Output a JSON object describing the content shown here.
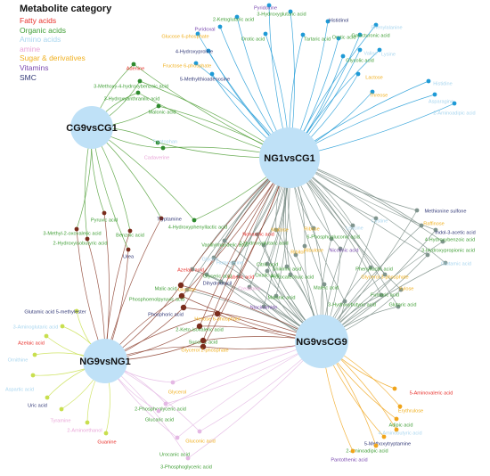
{
  "legend": {
    "title": "Metabolite category",
    "items": [
      {
        "label": "Fatty acids",
        "color": "#e8302b"
      },
      {
        "label": "Organic acids",
        "color": "#3f9e35"
      },
      {
        "label": "Amino acids",
        "color": "#a9d6ef"
      },
      {
        "label": "amine",
        "color": "#e9a6d8"
      },
      {
        "label": "Sugar & derivatives",
        "color": "#f0b020"
      },
      {
        "label": "Vitamins",
        "color": "#7b4bb0"
      },
      {
        "label": "SMC",
        "color": "#333a78"
      }
    ]
  },
  "hubs": [
    {
      "id": "cg9",
      "label": "CG9vsCG1"
    },
    {
      "id": "ng1",
      "label": "NG1vsCG1"
    },
    {
      "id": "ng9ng1",
      "label": "NG9vsNG1"
    },
    {
      "id": "ng9cg9",
      "label": "NG9vsCG9"
    }
  ],
  "metabolites": [
    {
      "label": "Pyridoxine",
      "category": "Vitamins",
      "hubs": [
        "ng1"
      ]
    },
    {
      "label": "3-Hydroxyglutaric acid",
      "category": "Organic acids",
      "hubs": [
        "ng1"
      ]
    },
    {
      "label": "2-Ketoglutaric acid",
      "category": "Organic acids",
      "hubs": [
        "ng1"
      ]
    },
    {
      "label": "Histidinol",
      "category": "SMC",
      "hubs": [
        "ng1"
      ]
    },
    {
      "label": "Pyridoxal",
      "category": "Vitamins",
      "hubs": [
        "ng1"
      ]
    },
    {
      "label": "Orotic acid",
      "category": "Organic acids",
      "hubs": [
        "ng1"
      ]
    },
    {
      "label": "Tartaric acid",
      "category": "Organic acids",
      "hubs": [
        "ng1"
      ]
    },
    {
      "label": "Orotic acid",
      "category": "Organic acids",
      "hubs": [
        "ng1"
      ]
    },
    {
      "label": "Phenylalanine",
      "category": "Amino acids",
      "hubs": [
        "ng1"
      ]
    },
    {
      "label": "Galacturonic acid",
      "category": "Organic acids",
      "hubs": [
        "ng1"
      ]
    },
    {
      "label": "Glucose 6-phosphate",
      "category": "Sugar & derivatives",
      "hubs": [
        "ng1"
      ]
    },
    {
      "label": "Valine",
      "category": "Amino acids",
      "hubs": [
        "ng1"
      ]
    },
    {
      "label": "4-Hydroxyproline",
      "category": "SMC",
      "hubs": [
        "ng1"
      ]
    },
    {
      "label": "Glycolic acid",
      "category": "Organic acids",
      "hubs": [
        "ng1"
      ]
    },
    {
      "label": "Lysine",
      "category": "Amino acids",
      "hubs": [
        "ng1"
      ]
    },
    {
      "label": "Fructose 6-phosphate",
      "category": "Sugar & derivatives",
      "hubs": [
        "ng1"
      ]
    },
    {
      "label": "5-Methylthioadenosine",
      "category": "SMC",
      "hubs": [
        "ng1"
      ]
    },
    {
      "label": "Lactose",
      "category": "Sugar & derivatives",
      "hubs": [
        "ng1"
      ]
    },
    {
      "label": "Histidine",
      "category": "Amino acids",
      "hubs": [
        "ng1"
      ]
    },
    {
      "label": "Threose",
      "category": "Sugar & derivatives",
      "hubs": [
        "ng1"
      ]
    },
    {
      "label": "Asparagine",
      "category": "Amino acids",
      "hubs": [
        "ng1"
      ]
    },
    {
      "label": "2-Aminoadipic acid",
      "category": "Amino acids",
      "hubs": [
        "ng1"
      ]
    },
    {
      "label": "Adenine",
      "category": "Fatty acids",
      "hubs": [
        "cg9",
        "ng1"
      ]
    },
    {
      "label": "3-Methoxy-4-hydroxybenzoic acid",
      "category": "Organic acids",
      "hubs": [
        "cg9",
        "ng1"
      ]
    },
    {
      "label": "3-Hydroxyanthranilic acid",
      "category": "Organic acids",
      "hubs": [
        "cg9",
        "ng1"
      ]
    },
    {
      "label": "Malonic acid",
      "category": "Organic acids",
      "hubs": [
        "cg9",
        "ng1"
      ]
    },
    {
      "label": "Tryptophan",
      "category": "Amino acids",
      "hubs": [
        "cg9",
        "ng1"
      ]
    },
    {
      "label": "Cadaverine",
      "category": "amine",
      "hubs": [
        "cg9",
        "ng1"
      ]
    },
    {
      "label": "Tryptamine",
      "category": "SMC",
      "hubs": [
        "cg9",
        "ng9ng1"
      ]
    },
    {
      "label": "Pyruvic acid",
      "category": "Organic acids",
      "hubs": [
        "cg9",
        "ng9ng1"
      ]
    },
    {
      "label": "3-Methyl-2-oxovaleric acid",
      "category": "Organic acids",
      "hubs": [
        "cg9",
        "ng9ng1"
      ]
    },
    {
      "label": "2-Hydroxyisobutyric acid",
      "category": "Organic acids",
      "hubs": [
        "cg9",
        "ng9ng1"
      ]
    },
    {
      "label": "Benzoic acid",
      "category": "Organic acids",
      "hubs": [
        "cg9",
        "ng9ng1"
      ]
    },
    {
      "label": "Urea",
      "category": "SMC",
      "hubs": [
        "cg9",
        "ng9ng1"
      ]
    },
    {
      "label": "4-Hydroxyphenyllactic acid",
      "category": "Organic acids",
      "hubs": [
        "cg9",
        "ng1"
      ]
    },
    {
      "label": "Vanillylmandelic acid",
      "category": "Organic acids",
      "hubs": [
        "ng1",
        "ng9cg9"
      ]
    },
    {
      "label": "Nonanoic acid",
      "category": "Fatty acids",
      "hubs": [
        "ng1",
        "ng9cg9"
      ]
    },
    {
      "label": "Maltose",
      "category": "Sugar & derivatives",
      "hubs": [
        "ng1",
        "ng9cg9"
      ]
    },
    {
      "label": "Leucine",
      "category": "Amino acids",
      "hubs": [
        "ng1",
        "ng9cg9"
      ]
    },
    {
      "label": "Cystine",
      "category": "Amino acids",
      "hubs": [
        "ng1",
        "ng9cg9"
      ]
    },
    {
      "label": "2-Hydroxyglutaric acid",
      "category": "Organic acids",
      "hubs": [
        "ng1",
        "ng9cg9"
      ]
    },
    {
      "label": "Ribitol",
      "category": "Sugar & derivatives",
      "hubs": [
        "ng1",
        "ng9cg9"
      ]
    },
    {
      "label": "6-Phosphogluconic acid",
      "category": "Organic acids",
      "hubs": [
        "ng1",
        "ng9cg9"
      ]
    },
    {
      "label": "Glycine",
      "category": "Amino acids",
      "hubs": [
        "ng1",
        "ng9cg9"
      ]
    },
    {
      "label": "Homoserine",
      "category": "Amino acids",
      "hubs": [
        "ng1",
        "ng9cg9"
      ]
    },
    {
      "label": "Suberic acid",
      "category": "Fatty acids",
      "hubs": [
        "ng1",
        "ng9cg9"
      ]
    },
    {
      "label": "Ribulose",
      "category": "Sugar & derivatives",
      "hubs": [
        "ng1",
        "ng9cg9"
      ]
    },
    {
      "label": "Ribose",
      "category": "Sugar & derivatives",
      "hubs": [
        "ng1",
        "ng9cg9"
      ]
    },
    {
      "label": "Citric acid",
      "category": "Organic acids",
      "hubs": [
        "ng1",
        "ng9cg9"
      ]
    },
    {
      "label": "Shikimic acid",
      "category": "Organic acids",
      "hubs": [
        "ng1",
        "ng9cg9"
      ]
    },
    {
      "label": "Oxalic acid",
      "category": "Organic acids",
      "hubs": [
        "ng1",
        "ng9cg9"
      ]
    },
    {
      "label": "Protocatechuic acid",
      "category": "Organic acids",
      "hubs": [
        "ng1",
        "ng9cg9"
      ]
    },
    {
      "label": "Dihydrouracil",
      "category": "SMC",
      "hubs": [
        "ng1",
        "ng9cg9"
      ]
    },
    {
      "label": "Glyceric acid",
      "category": "Organic acids",
      "hubs": [
        "ng1",
        "ng9cg9"
      ]
    },
    {
      "label": "Creatinine",
      "category": "amine",
      "hubs": [
        "ng1",
        "ng9cg9"
      ]
    },
    {
      "label": "Azelaic acid",
      "category": "Fatty acids",
      "hubs": [
        "ng1",
        "ng9cg9"
      ]
    },
    {
      "label": "Niacinamide",
      "category": "Vitamins",
      "hubs": [
        "ng1",
        "ng9cg9"
      ]
    },
    {
      "label": "Nicotinic acid",
      "category": "Vitamins",
      "hubs": [
        "ng1",
        "ng9cg9"
      ]
    },
    {
      "label": "Phenyllactic acid",
      "category": "Organic acids",
      "hubs": [
        "ng1",
        "ng9cg9"
      ]
    },
    {
      "label": "Maleic acid",
      "category": "Organic acids",
      "hubs": [
        "ng1",
        "ng9cg9"
      ]
    },
    {
      "label": "Fumaric acid",
      "category": "Organic acids",
      "hubs": [
        "ng1",
        "ng9cg9"
      ]
    },
    {
      "label": "Glucose",
      "category": "Sugar & derivatives",
      "hubs": [
        "ng1",
        "ng9cg9"
      ]
    },
    {
      "label": "Glycerol 3-phosphate",
      "category": "Sugar & derivatives",
      "hubs": [
        "ng1",
        "ng9cg9"
      ]
    },
    {
      "label": "Xylose",
      "category": "Sugar & derivatives",
      "hubs": [
        "ng1",
        "ng9cg9"
      ]
    },
    {
      "label": "Glutaric acid",
      "category": "Organic acids",
      "hubs": [
        "ng1",
        "ng9cg9"
      ]
    },
    {
      "label": "3-Hydroxybutyric acid",
      "category": "Organic acids",
      "hubs": [
        "ng1",
        "ng9cg9"
      ]
    },
    {
      "label": "Malonic acid",
      "category": "Organic acids",
      "hubs": [
        "ng1",
        "ng9cg9"
      ]
    },
    {
      "label": "Methionine sulfone",
      "category": "SMC",
      "hubs": [
        "ng1",
        "ng9cg9"
      ]
    },
    {
      "label": "Raffinose",
      "category": "Sugar & derivatives",
      "hubs": [
        "ng1",
        "ng9cg9"
      ]
    },
    {
      "label": "Indol-3-acetic acid",
      "category": "SMC",
      "hubs": [
        "ng1",
        "ng9cg9"
      ]
    },
    {
      "label": "4-Hydroxybenzoic acid",
      "category": "Organic acids",
      "hubs": [
        "ng1",
        "ng9cg9"
      ]
    },
    {
      "label": "3-Hydroxypropionic acid",
      "category": "Organic acids",
      "hubs": [
        "ng1",
        "ng9cg9"
      ]
    },
    {
      "label": "Glutamic acid",
      "category": "Amino acids",
      "hubs": [
        "ng1",
        "ng9cg9"
      ]
    },
    {
      "label": "Malic acid",
      "category": "Organic acids",
      "hubs": [
        "ng1",
        "ng9ng1",
        "ng9cg9"
      ]
    },
    {
      "label": "Phosphoenolpyruvic acid",
      "category": "Organic acids",
      "hubs": [
        "ng1",
        "ng9ng1",
        "ng9cg9"
      ]
    },
    {
      "label": "Phosphoric acid",
      "category": "SMC",
      "hubs": [
        "ng1",
        "ng9ng1",
        "ng9cg9"
      ]
    },
    {
      "label": "Hexose 6-phosphate",
      "category": "Sugar & derivatives",
      "hubs": [
        "ng1",
        "ng9ng1",
        "ng9cg9"
      ]
    },
    {
      "label": "2-Keto-isovaleric acid",
      "category": "Organic acids",
      "hubs": [
        "ng1",
        "ng9ng1",
        "ng9cg9"
      ]
    },
    {
      "label": "Succinic acid",
      "category": "Organic acids",
      "hubs": [
        "ng1",
        "ng9ng1",
        "ng9cg9"
      ]
    },
    {
      "label": "Glycerol 2-phosphate",
      "category": "Sugar & derivatives",
      "hubs": [
        "ng1",
        "ng9ng1",
        "ng9cg9"
      ]
    },
    {
      "label": "Glutamic acid 5-methylester",
      "category": "SMC",
      "hubs": [
        "ng9ng1"
      ]
    },
    {
      "label": "3-Aminoglutaric acid",
      "category": "Amino acids",
      "hubs": [
        "ng9ng1"
      ]
    },
    {
      "label": "Azelaic acid",
      "category": "Fatty acids",
      "hubs": [
        "ng9ng1"
      ]
    },
    {
      "label": "Ornithine",
      "category": "Amino acids",
      "hubs": [
        "ng9ng1"
      ]
    },
    {
      "label": "Aspartic acid",
      "category": "Amino acids",
      "hubs": [
        "ng9ng1"
      ]
    },
    {
      "label": "Uric acid",
      "category": "SMC",
      "hubs": [
        "ng9ng1"
      ]
    },
    {
      "label": "Tyramine",
      "category": "amine",
      "hubs": [
        "ng9ng1"
      ]
    },
    {
      "label": "2-Aminoethanol",
      "category": "amine",
      "hubs": [
        "ng9ng1"
      ]
    },
    {
      "label": "Guanine",
      "category": "Fatty acids",
      "hubs": [
        "ng9ng1"
      ]
    },
    {
      "label": "Glycerol",
      "category": "Sugar & derivatives",
      "hubs": [
        "ng9ng1",
        "ng9cg9"
      ]
    },
    {
      "label": "2-Phosphoglyceric acid",
      "category": "Organic acids",
      "hubs": [
        "ng9ng1",
        "ng9cg9"
      ]
    },
    {
      "label": "Glucaric acid",
      "category": "Organic acids",
      "hubs": [
        "ng9ng1",
        "ng9cg9"
      ]
    },
    {
      "label": "Gluconic acid",
      "category": "Sugar & derivatives",
      "hubs": [
        "ng9ng1",
        "ng9cg9"
      ]
    },
    {
      "label": "Urocanic acid",
      "category": "Organic acids",
      "hubs": [
        "ng9ng1",
        "ng9cg9"
      ]
    },
    {
      "label": "3-Phosphoglyceric acid",
      "category": "Organic acids",
      "hubs": [
        "ng9ng1",
        "ng9cg9"
      ]
    },
    {
      "label": "5-Aminovaleric acid",
      "category": "Fatty acids",
      "hubs": [
        "ng9cg9"
      ]
    },
    {
      "label": "Erythrulose",
      "category": "Sugar & derivatives",
      "hubs": [
        "ng9cg9"
      ]
    },
    {
      "label": "Adipic acid",
      "category": "Organic acids",
      "hubs": [
        "ng9cg9"
      ]
    },
    {
      "label": "4-Aminobutyric acid",
      "category": "Amino acids",
      "hubs": [
        "ng9cg9"
      ]
    },
    {
      "label": "5-Methoxytryptamine",
      "category": "SMC",
      "hubs": [
        "ng9cg9"
      ]
    },
    {
      "label": "2-Aminoadipic acid",
      "category": "Organic acids",
      "hubs": [
        "ng9cg9"
      ]
    },
    {
      "label": "Pantothenic acid",
      "category": "Vitamins",
      "hubs": [
        "ng9cg9"
      ]
    }
  ]
}
